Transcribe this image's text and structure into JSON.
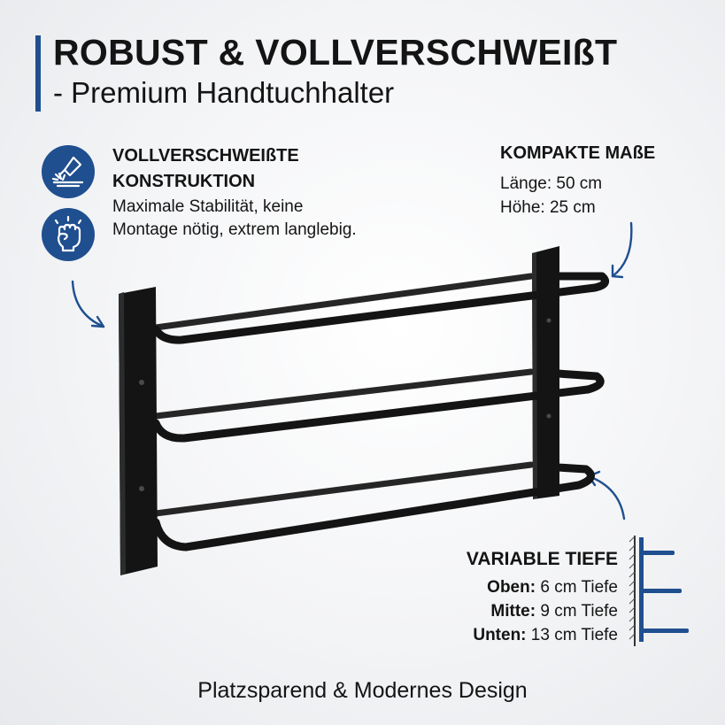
{
  "header": {
    "title": "ROBUST & VOLLVERSCHWEIßT",
    "subtitle": "- Premium Handtuchhalter"
  },
  "feature": {
    "heading": "VOLLVERSCHWEIßTE KONSTRUKTION",
    "text": "Maximale Stabilität, keine Montage nötig, extrem langlebig.",
    "icons": [
      "welding-icon",
      "fist-icon"
    ]
  },
  "dimensions": {
    "heading": "KOMPAKTE MAßE",
    "length": "Länge: 50 cm",
    "height": "Höhe: 25 cm"
  },
  "depth": {
    "heading": "VARIABLE TIEFE",
    "rows": [
      {
        "label": "Oben:",
        "value": "6 cm Tiefe"
      },
      {
        "label": "Mitte:",
        "value": "9 cm Tiefe"
      },
      {
        "label": "Unten:",
        "value": "13 cm Tiefe"
      }
    ]
  },
  "footer": {
    "tagline": "Platzsparend & Modernes Design"
  },
  "colors": {
    "accent": "#1f4f8f",
    "product": "#141414",
    "text": "#141414"
  }
}
